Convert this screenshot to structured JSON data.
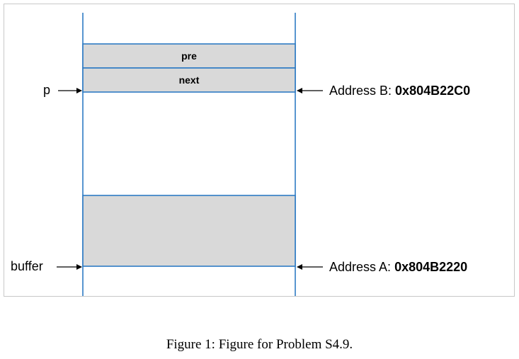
{
  "diagram": {
    "fields": {
      "pre": "pre",
      "next": "next"
    },
    "pointers": {
      "p": "p",
      "buffer": "buffer"
    },
    "addresses": {
      "b_prefix": "Address B: ",
      "b_value": "0x804B22C0",
      "a_prefix": "Address A: ",
      "a_value": "0x804B2220"
    },
    "colors": {
      "line": "#2e7bc4",
      "fill": "#d9d9d9",
      "arrow": "#000000"
    }
  },
  "caption": "Figure 1: Figure for Problem S4.9."
}
